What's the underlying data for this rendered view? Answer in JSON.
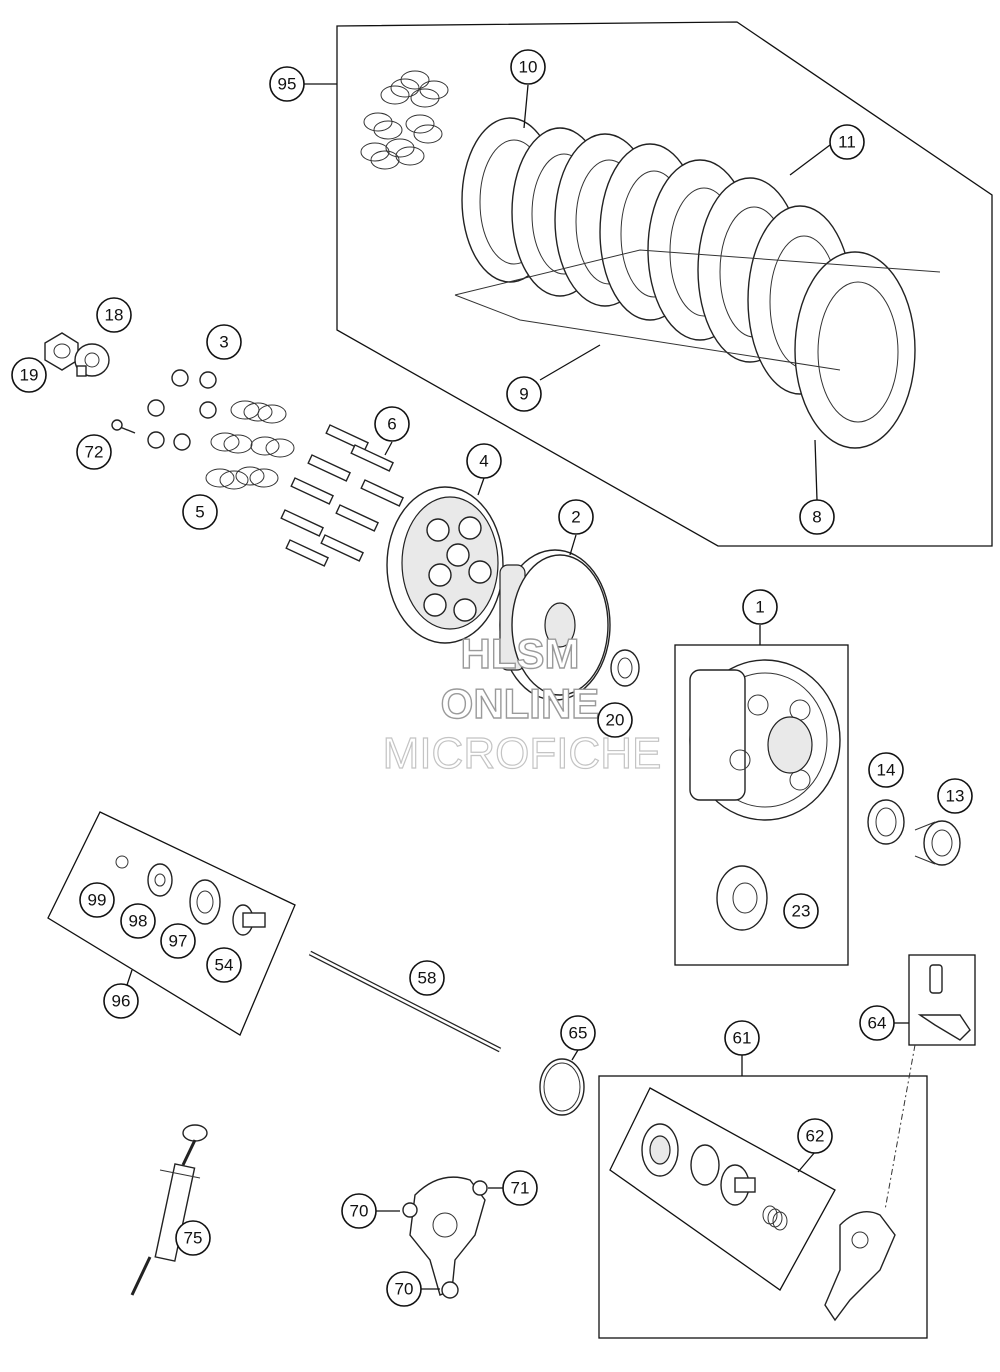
{
  "watermark": {
    "line1": "HLSM",
    "line2": "ONLINE",
    "line3": "MICROFICHE"
  },
  "callouts": {
    "c1": "1",
    "c2": "2",
    "c3": "3",
    "c4": "4",
    "c5": "5",
    "c6": "6",
    "c8": "8",
    "c9": "9",
    "c10": "10",
    "c11": "11",
    "c13": "13",
    "c14": "14",
    "c18": "18",
    "c19": "19",
    "c20": "20",
    "c23": "23",
    "c54": "54",
    "c58": "58",
    "c61": "61",
    "c62": "62",
    "c64": "64",
    "c65": "65",
    "c70a": "70",
    "c70b": "70",
    "c71": "71",
    "c72": "72",
    "c75": "75",
    "c95": "95",
    "c96": "96",
    "c97": "97",
    "c98": "98",
    "c99": "99"
  }
}
